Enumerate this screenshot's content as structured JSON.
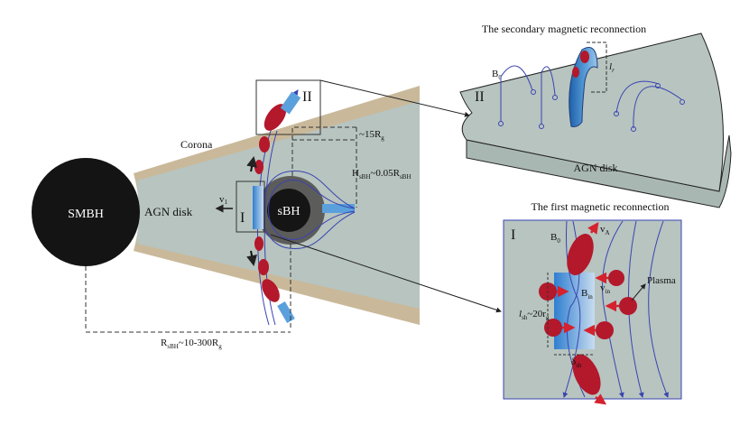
{
  "labels": {
    "smbh": "SMBH",
    "sbh": "sBH",
    "agn_disk": "AGN disk",
    "corona": "Corona",
    "velocity": "v",
    "velocity_sub": "1",
    "box_one": "I",
    "box_two": "II",
    "height_small": "~15R",
    "height_small_sub": "g",
    "height_h": "H",
    "height_h_sub": "sBH",
    "height_h_rest": "~0.05R",
    "height_h_rest_sub": "sBH",
    "distance": "R",
    "distance_sub": "sBH",
    "distance_rest": "~10-300R",
    "distance_rest_sub": "g"
  },
  "secondary_panel": {
    "title": "The secondary magnetic reconnection",
    "roman": "II",
    "b0": "B",
    "b0_sub": "0",
    "length": "l",
    "length_sub": "r",
    "disk_label": "AGN disk"
  },
  "first_panel": {
    "title": "The first magnetic reconnection",
    "roman": "I",
    "b0": "B",
    "b0_sub": "0",
    "va": "v",
    "va_sub": "A",
    "bin": "B",
    "bin_sub": "in",
    "vin": "v",
    "vin_sub": "in",
    "plasma": "Plasma",
    "lsh": "l",
    "lsh_sub": "sh",
    "lsh_rest": "~20r",
    "lsh_rest_sub": "g",
    "dsh": "δ",
    "dsh_sub": "sh"
  },
  "colors": {
    "disk": "#b7c4c0",
    "corona": "#c9b99a",
    "blob": "#b3182b",
    "field": "#3a44b0",
    "sheet": "#4a8fd4"
  }
}
